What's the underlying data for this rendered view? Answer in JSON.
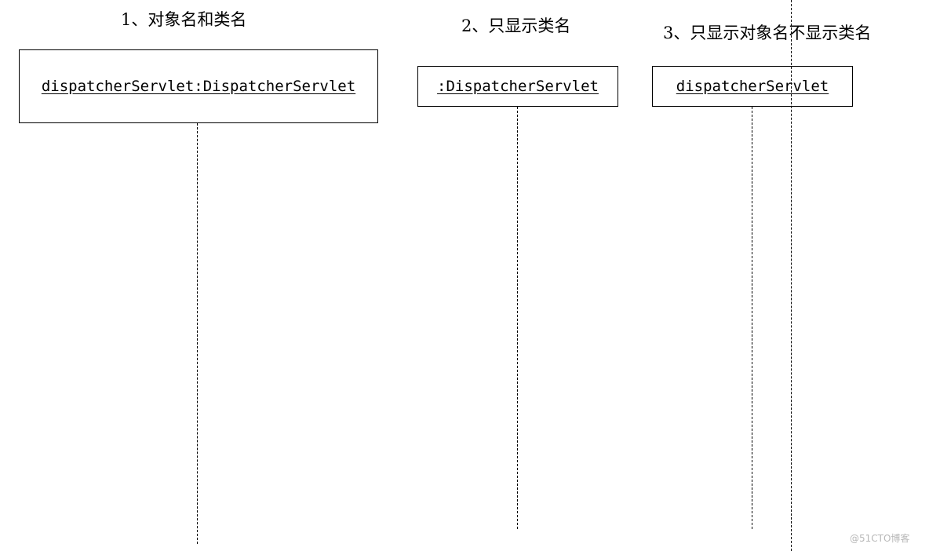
{
  "captions": {
    "object_and_class": "1、对象名和类名",
    "class_only": "2、只显示类名",
    "object_only": "3、只显示对象名不显示类名"
  },
  "lifelines": [
    {
      "label": "dispatcherServlet:DispatcherServlet"
    },
    {
      "label": ":DispatcherServlet"
    },
    {
      "label": "dispatcherServlet"
    }
  ],
  "watermark": "@51CTO博客"
}
